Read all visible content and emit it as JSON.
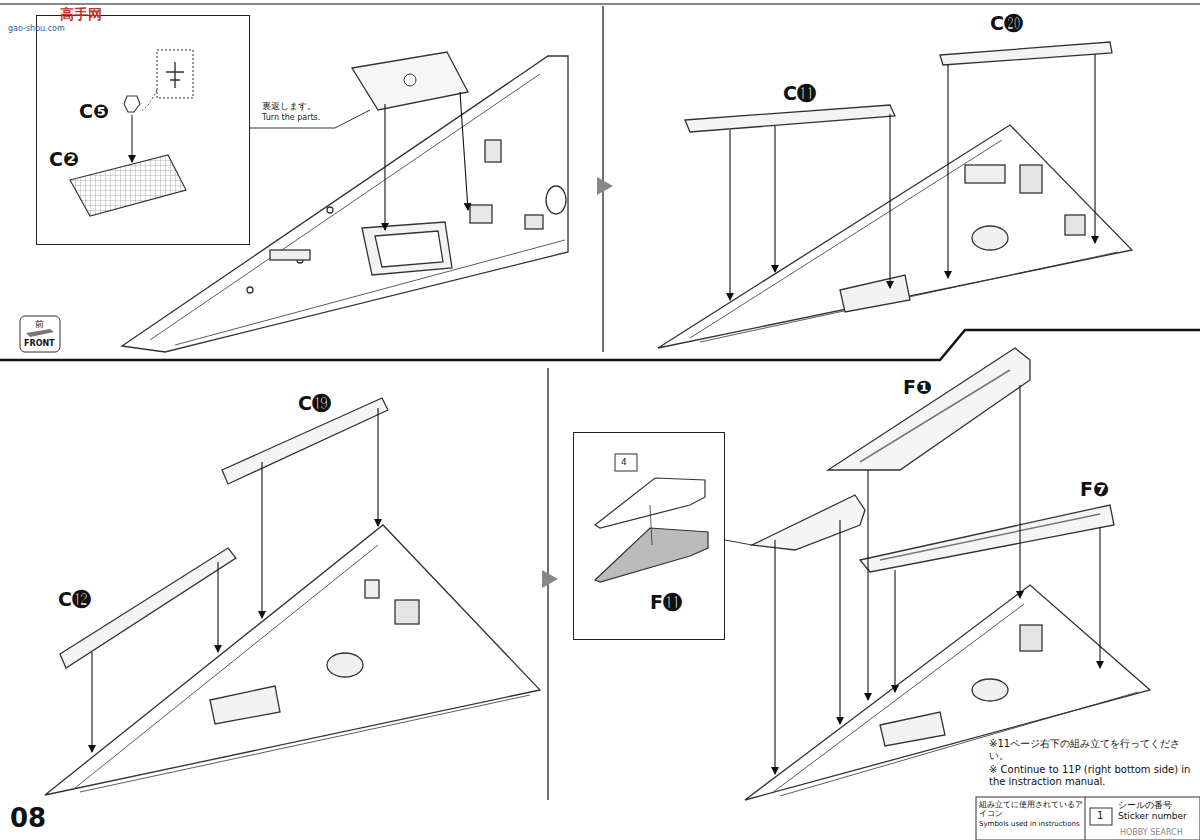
{
  "diagram": {
    "nodes": [
      {
        "text": [
          "C❺",
          "C❷"
        ]
      },
      {
        "text": [
          "4",
          "F⓫"
        ]
      },
      {
        "text": [
          "※11ページ右下の組み立てを行ってください。",
          "※ Continue to 11P (right bottom side) in the instraction manual."
        ]
      }
    ],
    "labels": [
      "高手网",
      "gao-shou.com",
      "裏返します。",
      "Turn the parts.",
      "前",
      "FRONT",
      "C⓴",
      "C⓫",
      "C⓳",
      "C⓬",
      "F❶",
      "F❼",
      "08",
      "組み立てに使用されているアイコン",
      "Symbols used in instructions",
      "1",
      "HOBBY SEARCH"
    ],
    "legend": [
      {
        "text": "シールの番号 Sticker number"
      }
    ]
  }
}
